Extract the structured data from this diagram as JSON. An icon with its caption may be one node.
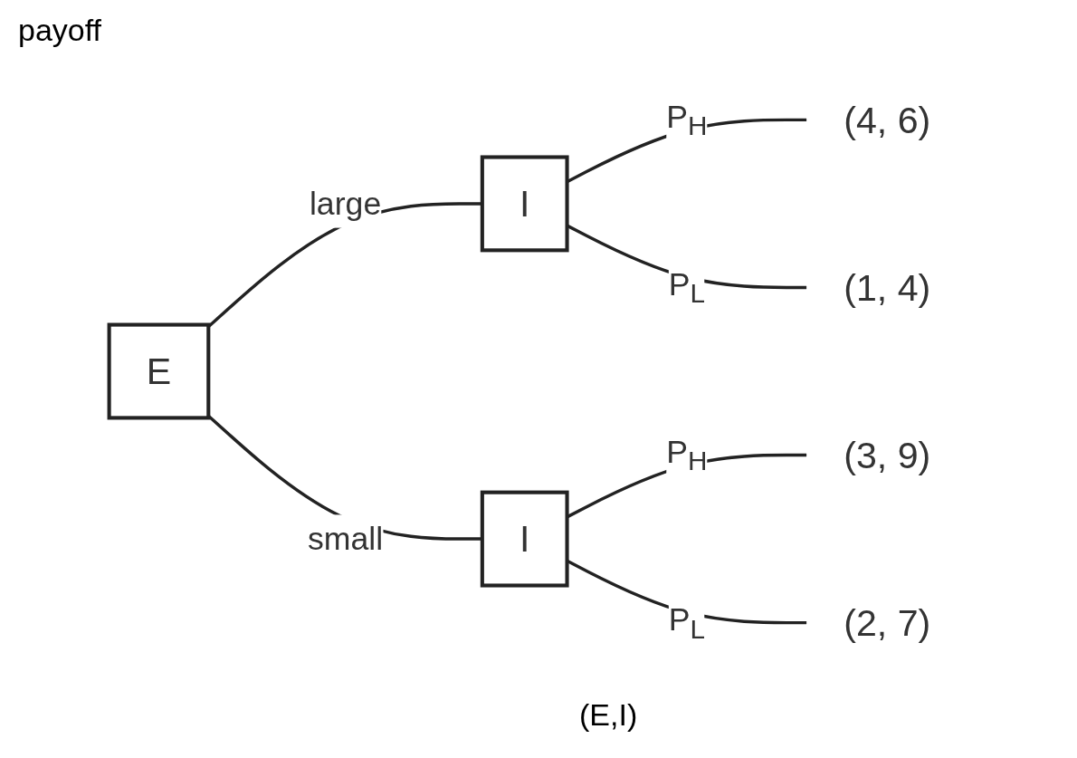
{
  "diagram": {
    "nodes": [
      {
        "text": [
          "E"
        ]
      },
      {
        "text": [
          "I"
        ]
      },
      {
        "text": [
          "(4, 6)"
        ]
      },
      {
        "text": [
          "(1, 4)"
        ]
      },
      {
        "text": [
          "I"
        ]
      },
      {
        "text": [
          "(3, 9)"
        ]
      },
      {
        "text": [
          "(2, 7)"
        ]
      }
    ],
    "edges": [
      {
        "from": 0,
        "to": 1,
        "arrow": "none",
        "label": "large"
      },
      {
        "from": 0,
        "to": 4,
        "arrow": "none",
        "label": "small"
      },
      {
        "from": 1,
        "to": 2,
        "arrow": "none",
        "label": "P$_{H}$"
      },
      {
        "from": 1,
        "to": 3,
        "arrow": "none",
        "label": "P$_{L}$"
      },
      {
        "from": 4,
        "to": 5,
        "arrow": "none",
        "label": "P$_{H}$"
      },
      {
        "from": 4,
        "to": 6,
        "arrow": "none",
        "label": "P$_{L}$"
      }
    ],
    "labels": [
      "payoff",
      "(E,I)"
    ]
  }
}
